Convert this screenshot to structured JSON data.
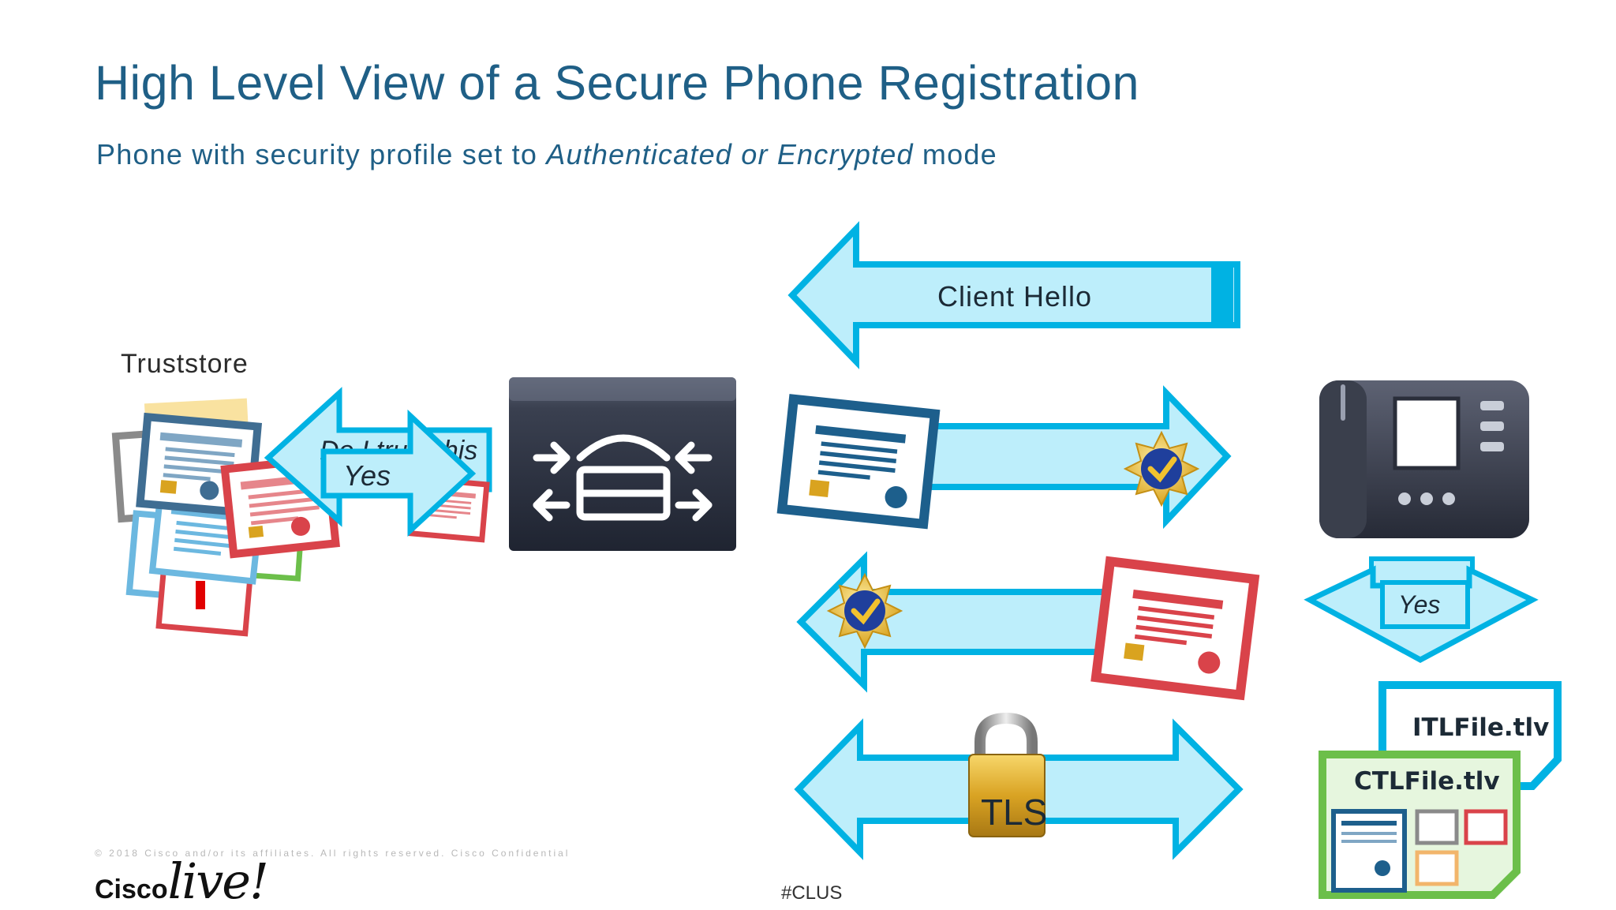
{
  "slide": {
    "title": "High Level View of a Secure Phone Registration",
    "subtitle_pre": "Phone with security profile set to ",
    "subtitle_em": "Authenticated or Encrypted",
    "subtitle_post": " mode"
  },
  "diagram": {
    "truststore_label": "Truststore",
    "left_arrow_yes": "Yes",
    "left_arrow_back_text": "Do I trust this",
    "client_hello": "Client Hello",
    "phone_decision_yes": "Yes",
    "tls_label": "TLS",
    "itl_file": "ITLFile.tlv",
    "ctl_file": "CTLFile.tlv"
  },
  "footer": {
    "copyright": "© 2018 Cisco and/or its affiliates. All rights reserved. Cisco Confidential",
    "brand_cisco": "Cisco",
    "brand_live": "live!",
    "hashtag": "#CLUS"
  },
  "colors": {
    "title": "#1f5f86",
    "arrow_fill": "#bdeefb",
    "arrow_stroke": "#00b2e3",
    "cert_blue": "#1d5f8c",
    "cert_red": "#d9434a",
    "ctl_green": "#6cbf4a"
  }
}
